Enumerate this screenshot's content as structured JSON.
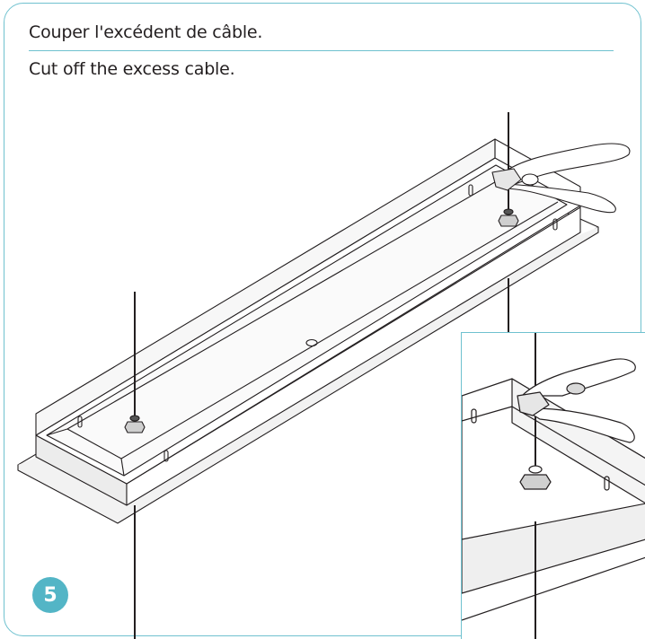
{
  "instruction": {
    "text_fr": "Couper l'excédent de câble.",
    "text_en": "Cut off the excess cable."
  },
  "step": {
    "number": "5"
  },
  "colors": {
    "accent": "#53b5c6",
    "border": "#6fc1cf",
    "line": "#231f20"
  },
  "icons": {
    "tool": "wire-cutter-pliers-icon"
  }
}
